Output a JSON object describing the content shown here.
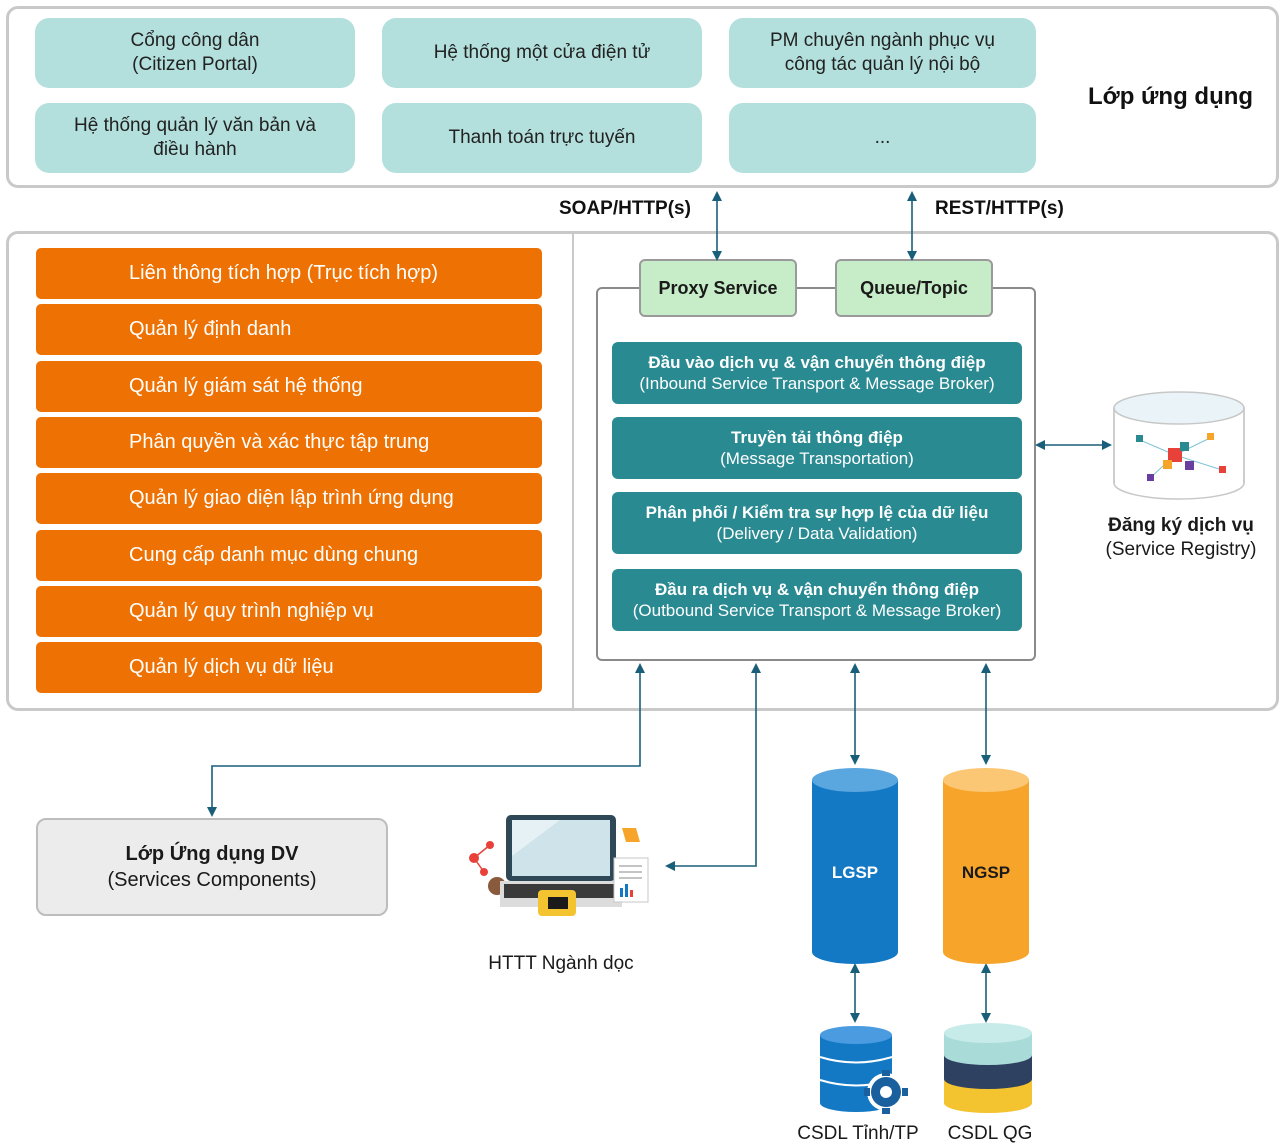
{
  "app_layer": {
    "title": "Lớp ứng dụng",
    "boxes": [
      {
        "line1": "Cổng công dân",
        "line2": "(Citizen Portal)"
      },
      {
        "line1": "Hệ thống một cửa điện tử",
        "line2": ""
      },
      {
        "line1": "PM chuyên ngành phục vụ",
        "line2": "công tác quản lý nội bộ"
      },
      {
        "line1": "Hệ thống quản lý văn bản và",
        "line2": "điều hành"
      },
      {
        "line1": "Thanh toán trực tuyến",
        "line2": ""
      },
      {
        "line1": "...",
        "line2": ""
      }
    ]
  },
  "protocols": {
    "left": "SOAP/HTTP(s)",
    "right": "REST/HTTP(s)"
  },
  "functions": [
    "Liên thông tích hợp (Trục tích hợp)",
    "Quản lý định danh",
    "Quản lý giám sát hệ thống",
    "Phân quyền và xác thực tập trung",
    "Quản lý giao diện lập trình ứng dụng",
    "Cung cấp danh mục dùng chung",
    "Quản lý quy trình nghiệp vụ",
    "Quản lý dịch vụ dữ liệu"
  ],
  "esb": {
    "proxy": "Proxy Service",
    "queue": "Queue/Topic",
    "bars": [
      {
        "title": "Đầu vào dịch vụ & vận chuyển thông điệp",
        "sub": "(Inbound Service Transport & Message Broker)"
      },
      {
        "title": "Truyền tải thông điệp",
        "sub": "(Message Transportation)"
      },
      {
        "title": "Phân phối / Kiểm tra sự hợp lệ của dữ liệu",
        "sub": "(Delivery / Data Validation)"
      },
      {
        "title": "Đầu ra dịch vụ & vận chuyển thông điệp",
        "sub": "(Outbound Service Transport & Message Broker)"
      }
    ]
  },
  "registry": {
    "title": "Đăng ký dịch vụ",
    "sub": "(Service Registry)"
  },
  "services_layer": {
    "title": "Lớp Ứng dụng DV",
    "sub": "(Services Components)"
  },
  "httt": "HTTT Ngành dọc",
  "cylinders": {
    "lgsp": "LGSP",
    "ngsp": "NGSP"
  },
  "databases": {
    "local": "CSDL Tỉnh/TP",
    "national": "CSDL QG"
  },
  "colors": {
    "orange": "#ee7203",
    "teal": "#2a8a92",
    "light_teal": "#b3e0dd",
    "green": "#c7ecc8",
    "arrow": "#1a5f7a",
    "lgsp": "#1479c4",
    "ngsp": "#f7a52a"
  }
}
